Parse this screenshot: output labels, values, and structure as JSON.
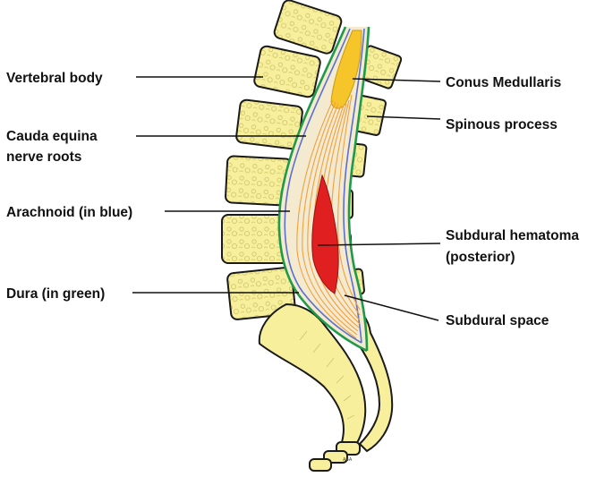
{
  "labels": {
    "vertebral_body": "Vertebral body",
    "cauda_equina_line1": "Cauda equina",
    "cauda_equina_line2": "nerve roots",
    "arachnoid": "Arachnoid (in blue)",
    "dura": "Dura (in green)",
    "conus_medullaris": "Conus Medullaris",
    "spinous_process": "Spinous process",
    "subdural_hematoma_line1": "Subdural  hematoma",
    "subdural_hematoma_line2": "(posterior)",
    "subdural_space": "Subdural space"
  },
  "artist_mark": "ABA",
  "colors": {
    "bone": "#f7ef9c",
    "dura": "#1e9a4a",
    "arachnoid": "#5a6fd0",
    "cord": "#f5c52a",
    "nerve_roots": "#f0a040",
    "hematoma": "#e02020",
    "csf_space": "#f4ead0"
  }
}
